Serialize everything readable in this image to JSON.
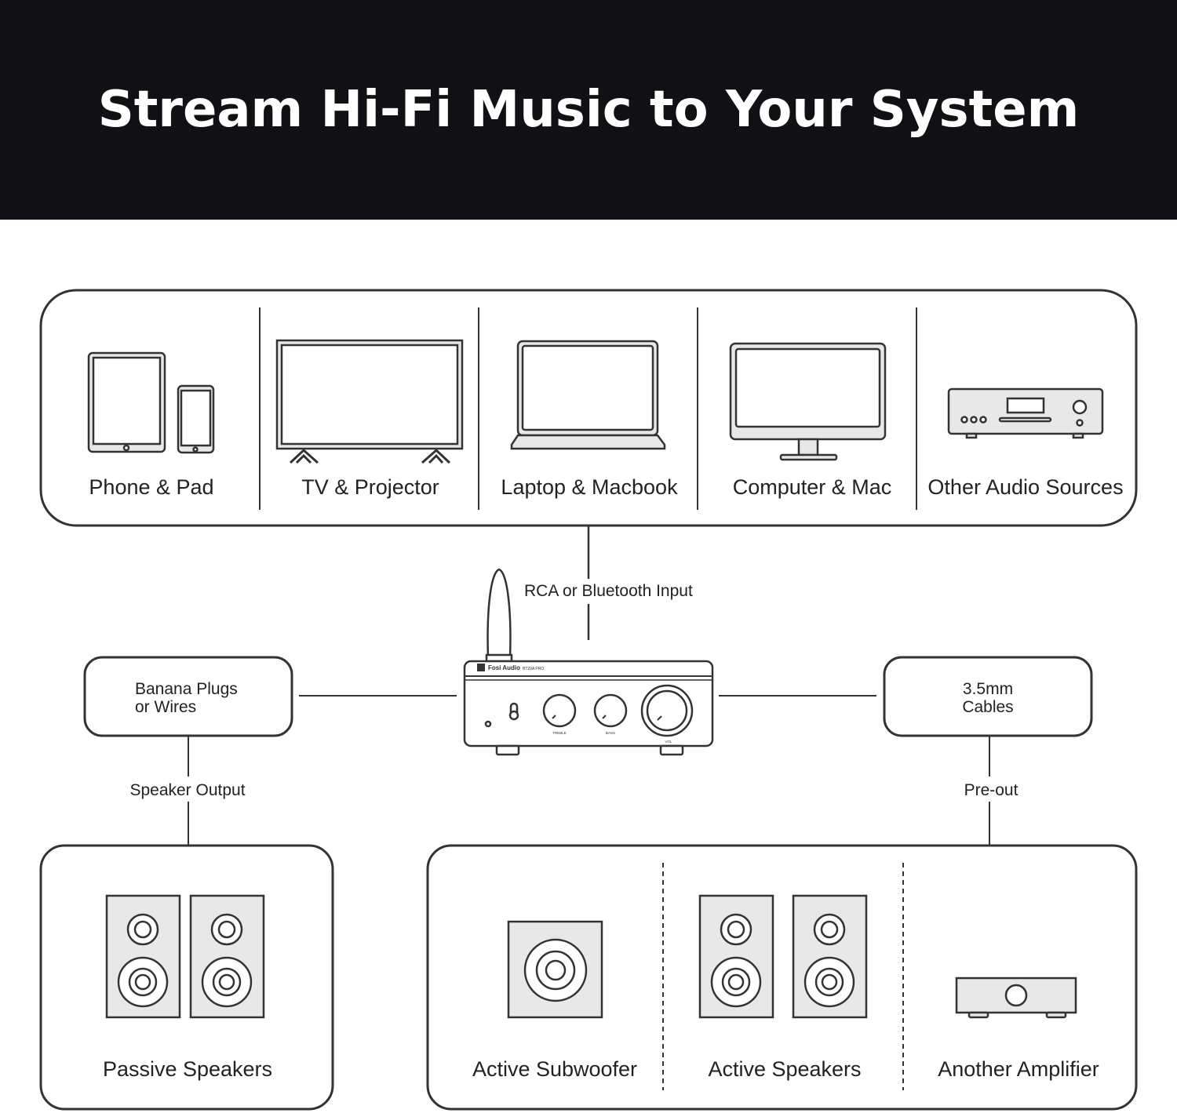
{
  "title": "Stream Hi-Fi Music to Your System",
  "sources": [
    {
      "label": "Phone & Pad",
      "icon": "phone-tablet-icon"
    },
    {
      "label": "TV & Projector",
      "icon": "tv-icon"
    },
    {
      "label": "Laptop & Macbook",
      "icon": "laptop-icon"
    },
    {
      "label": "Computer & Mac",
      "icon": "monitor-icon"
    },
    {
      "label": "Other Audio Sources",
      "icon": "audio-player-icon"
    }
  ],
  "input_label": "RCA or Bluetooth Input",
  "amplifier": {
    "brand": "Fosi Audio",
    "model": "BT20A PRO",
    "knobs": [
      "TREBLE",
      "BASS",
      "VOL"
    ]
  },
  "left_connector": {
    "line1": "Banana Plugs",
    "line2": "or Wires"
  },
  "right_connector": {
    "line1": "3.5mm",
    "line2": "Cables"
  },
  "left_output_label": "Speaker Output",
  "right_output_label": "Pre-out",
  "outputs_left": [
    {
      "label": "Passive Speakers",
      "icon": "speakers-icon"
    }
  ],
  "outputs_right": [
    {
      "label": "Active Subwoofer",
      "icon": "subwoofer-icon"
    },
    {
      "label": "Active Speakers",
      "icon": "speakers-icon"
    },
    {
      "label": "Another Amplifier",
      "icon": "amplifier-icon"
    }
  ]
}
